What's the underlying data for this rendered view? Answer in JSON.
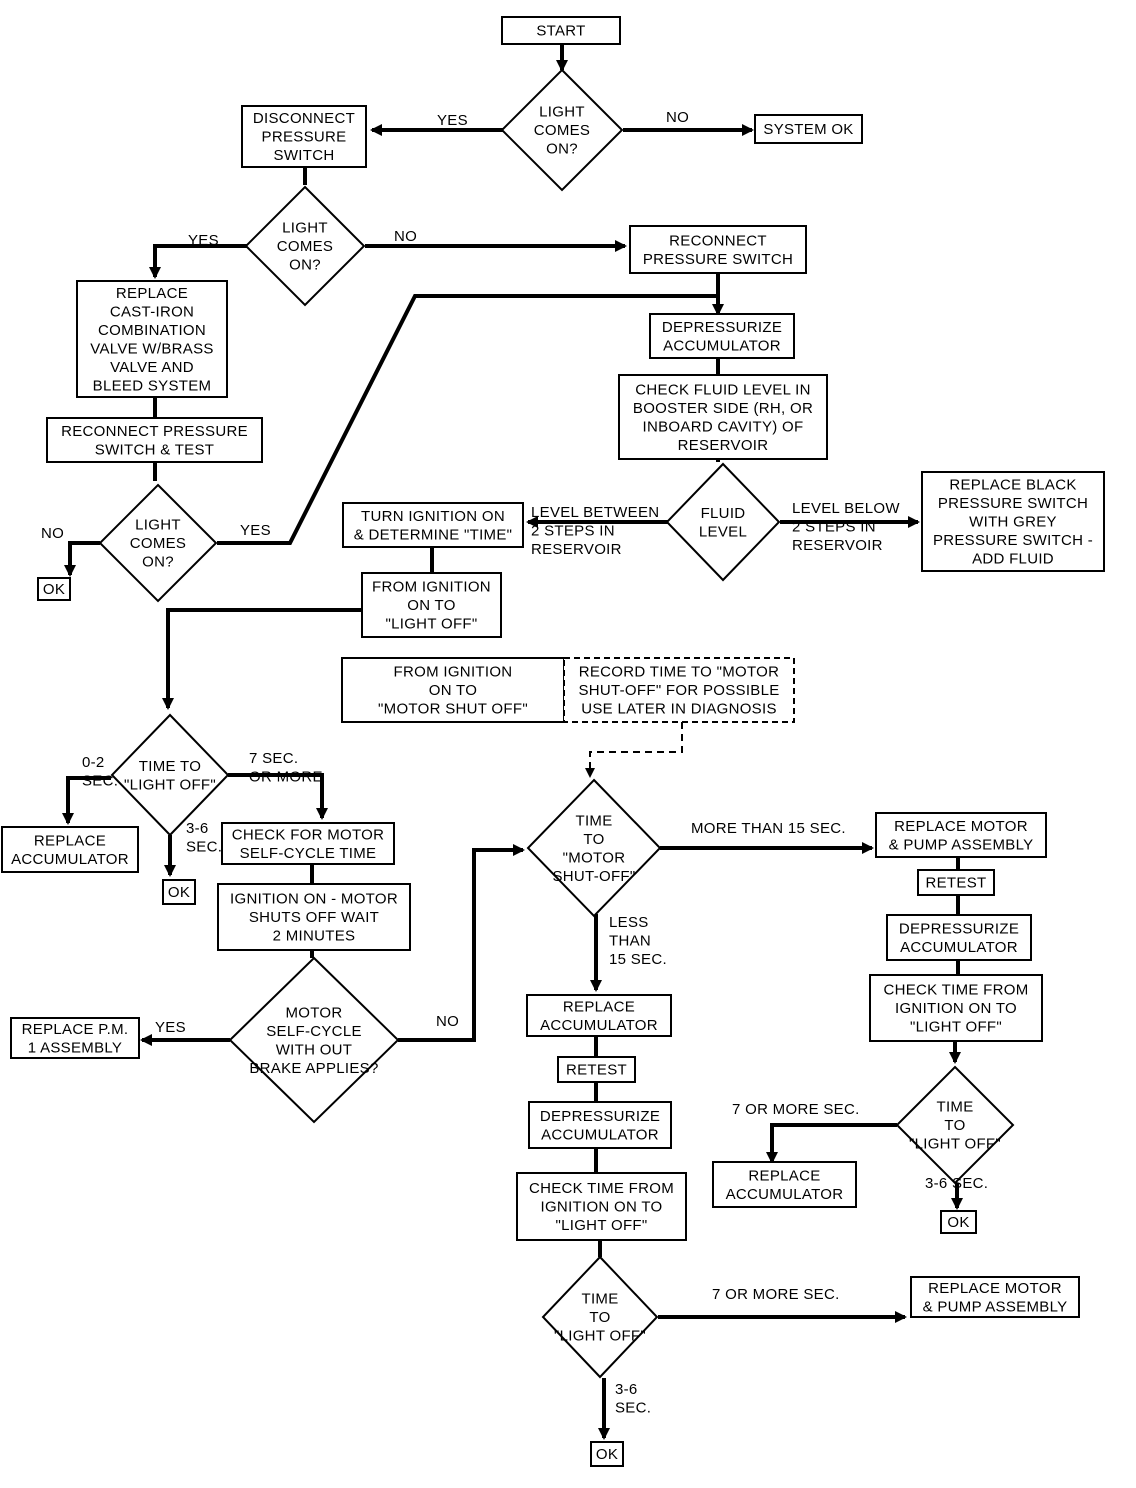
{
  "nodes": {
    "start": "START",
    "d_light1": [
      "LIGHT",
      "COMES",
      "ON?"
    ],
    "system_ok": "SYSTEM OK",
    "disconnect": [
      "DISCONNECT",
      "PRESSURE",
      "SWITCH"
    ],
    "d_light2": [
      "LIGHT",
      "COMES",
      "ON?"
    ],
    "replace_combo": [
      "REPLACE",
      "CAST-IRON",
      "COMBINATION",
      "VALVE W/BRASS",
      "VALVE AND",
      "BLEED SYSTEM"
    ],
    "reconnect_test": [
      "RECONNECT PRESSURE",
      "SWITCH & TEST"
    ],
    "d_light3": [
      "LIGHT",
      "COMES",
      "ON?"
    ],
    "ok1": "OK",
    "reconnect": [
      "RECONNECT",
      "PRESSURE SWITCH"
    ],
    "depress1": [
      "DEPRESSURIZE",
      "ACCUMULATOR"
    ],
    "check_fluid": [
      "CHECK FLUID LEVEL IN",
      "BOOSTER SIDE (RH, OR",
      "INBOARD CAVITY) OF",
      "RESERVOIR"
    ],
    "d_fluid": [
      "FLUID",
      "LEVEL"
    ],
    "replace_black": [
      "REPLACE BLACK",
      "PRESSURE SWITCH",
      "WITH GREY",
      "PRESSURE SWITCH -",
      "ADD FLUID"
    ],
    "turn_ign": [
      "TURN IGNITION ON",
      "& DETERMINE \"TIME\""
    ],
    "from_ign_light": [
      "FROM IGNITION",
      "ON TO",
      "\"LIGHT OFF\""
    ],
    "from_ign_motor": [
      "FROM IGNITION",
      "ON TO",
      "\"MOTOR SHUT OFF\""
    ],
    "record_note": [
      "RECORD TIME TO \"MOTOR",
      "SHUT-OFF\" FOR POSSIBLE",
      "USE LATER IN DIAGNOSIS"
    ],
    "d_time1": [
      "TIME TO",
      "\"LIGHT OFF\""
    ],
    "replace_acc1": [
      "REPLACE",
      "ACCUMULATOR"
    ],
    "ok2": "OK",
    "check_motor": [
      "CHECK FOR MOTOR",
      "SELF-CYCLE TIME"
    ],
    "ign_on_motor": [
      "IGNITION ON - MOTOR",
      "SHUTS OFF WAIT",
      "2 MINUTES"
    ],
    "d_motor": [
      "MOTOR",
      "SELF-CYCLE",
      "WITH OUT",
      "BRAKE APPLIES?"
    ],
    "replace_pm": [
      "REPLACE P.M.",
      "1 ASSEMBLY"
    ],
    "d_shutoff": [
      "TIME",
      "TO",
      "\"MOTOR",
      "SHUT-OFF\""
    ],
    "replace_motor1": [
      "REPLACE MOTOR",
      "& PUMP ASSEMBLY"
    ],
    "retest1": "RETEST",
    "depress2": [
      "DEPRESSURIZE",
      "ACCUMULATOR"
    ],
    "check_time1": [
      "CHECK TIME FROM",
      "IGNITION ON TO",
      "\"LIGHT OFF\""
    ],
    "d_time2": [
      "TIME",
      "TO",
      "\"LIGHT OFF\""
    ],
    "replace_acc2": [
      "REPLACE",
      "ACCUMULATOR"
    ],
    "ok3": "OK",
    "replace_acc3": [
      "REPLACE",
      "ACCUMULATOR"
    ],
    "retest2": "RETEST",
    "depress3": [
      "DEPRESSURIZE",
      "ACCUMULATOR"
    ],
    "check_time2": [
      "CHECK TIME FROM",
      "IGNITION ON TO",
      "\"LIGHT OFF\""
    ],
    "d_time3": [
      "TIME",
      "TO",
      "\"LIGHT OFF\""
    ],
    "replace_motor2": [
      "REPLACE MOTOR",
      "& PUMP ASSEMBLY"
    ],
    "ok4": "OK"
  },
  "labels": {
    "yes1": "YES",
    "no1": "NO",
    "yes2": "YES",
    "no2": "NO",
    "no3": "NO",
    "yes3": "YES",
    "level_between": [
      "LEVEL BETWEEN",
      "2 STEPS IN",
      "RESERVOIR"
    ],
    "level_below": [
      "LEVEL BELOW",
      "2 STEPS IN",
      "RESERVOIR"
    ],
    "t_0_2": [
      "0-2",
      "SEC."
    ],
    "t_7_more": [
      "7 SEC.",
      "OR MORE"
    ],
    "t_3_6_a": [
      "3-6",
      "SEC."
    ],
    "yes4": "YES",
    "no4": "NO",
    "more_15": "MORE THAN 15 SEC.",
    "less_15": [
      "LESS",
      "THAN",
      "15 SEC."
    ],
    "seven_more_a": "7 OR MORE SEC.",
    "t_3_6_b": "3-6 SEC.",
    "seven_more_b": "7 OR MORE SEC.",
    "t_3_6_c": [
      "3-6",
      "SEC."
    ]
  }
}
